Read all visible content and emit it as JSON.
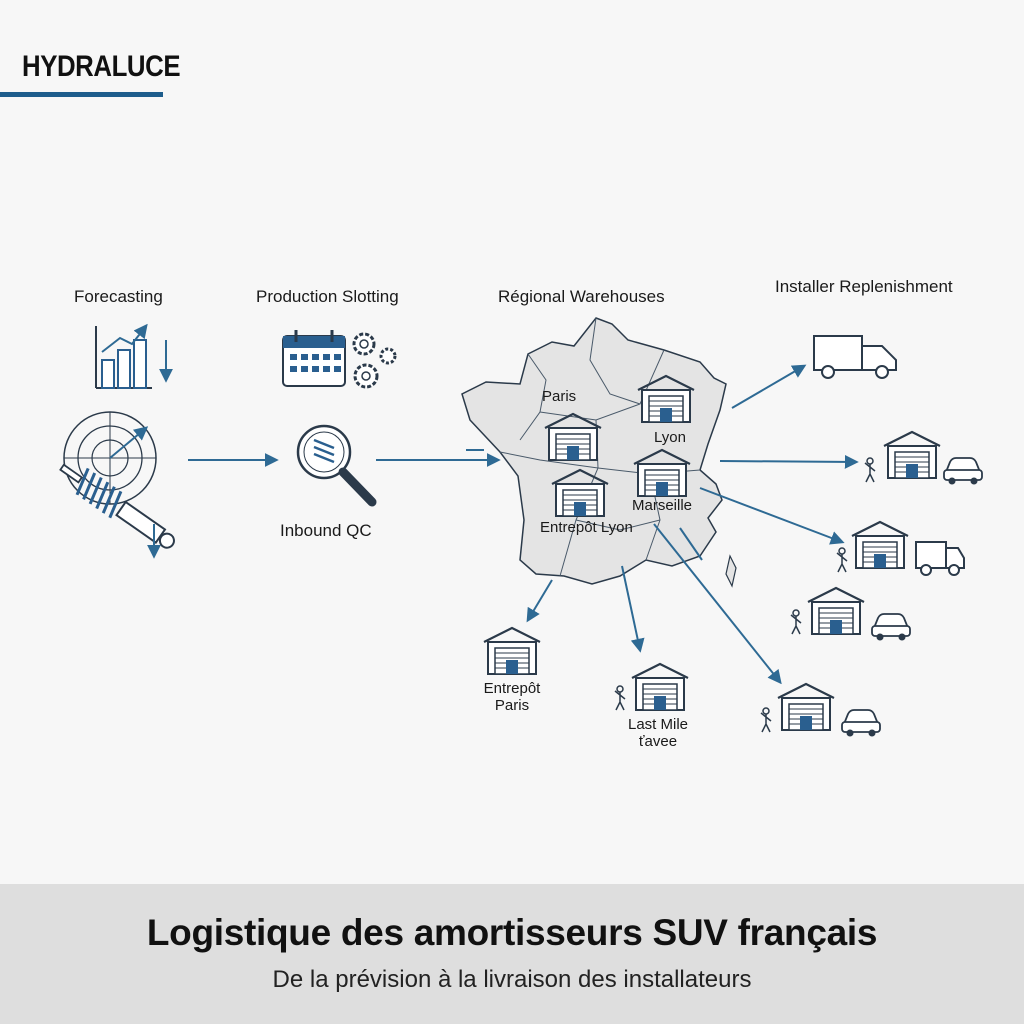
{
  "brand": "HYDRALUCE",
  "stages": {
    "forecasting": "Forecasting",
    "production_slotting": "Production Slotting",
    "regional_warehouses": "Régional Warehouses",
    "installer_replenishment": "Installer Replenishment",
    "inbound_qc": "Inbound QC"
  },
  "map_labels": {
    "paris": "Paris",
    "lyon": "Lyon",
    "marseille": "Marseille",
    "entrepot_lyon": "Entrepôt Lyon"
  },
  "destinations": {
    "entrepot_paris_line1": "Entrepôt",
    "entrepot_paris_line2": "Paris",
    "last_mile_line1": "Last Mile",
    "last_mile_line2": "ťavee"
  },
  "footer": {
    "title": "Logistique des amortisseurs SUV français",
    "subtitle": "De la prévision à la livraison des installateurs"
  },
  "colors": {
    "accent": "#1d5d8c",
    "line": "#2e6a94",
    "footer_bg": "#dedede"
  }
}
